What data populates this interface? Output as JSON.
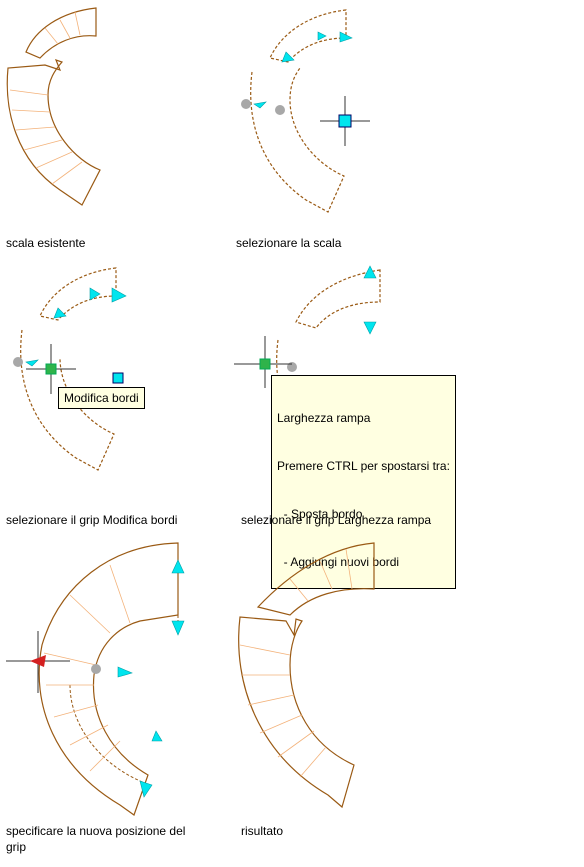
{
  "captions": {
    "p1": "scala esistente",
    "p2": "selezionare la scala",
    "p3": "selezionare il grip Modifica bordi",
    "p4": "selezionare il grip Larghezza rampa",
    "p5_line1": "specificare la nuova posizione del",
    "p5_line2": "grip",
    "p6": "risultato"
  },
  "tooltips": {
    "modifica": "Modifica bordi",
    "larghezza": {
      "title": "Larghezza rampa",
      "line2": "Premere CTRL per spostarsi tra:",
      "line3": "  - Sposta bordo",
      "line4": "  - Aggiungi nuovi bordi"
    }
  },
  "colors": {
    "stair_outline": "#9a5a14",
    "stair_tread": "#f3b27a",
    "grip_arrow": "#00e5ee",
    "grip_square": "#2fb34a",
    "grip_circle": "#a8a8a8",
    "hot_grip": "#d42020"
  }
}
